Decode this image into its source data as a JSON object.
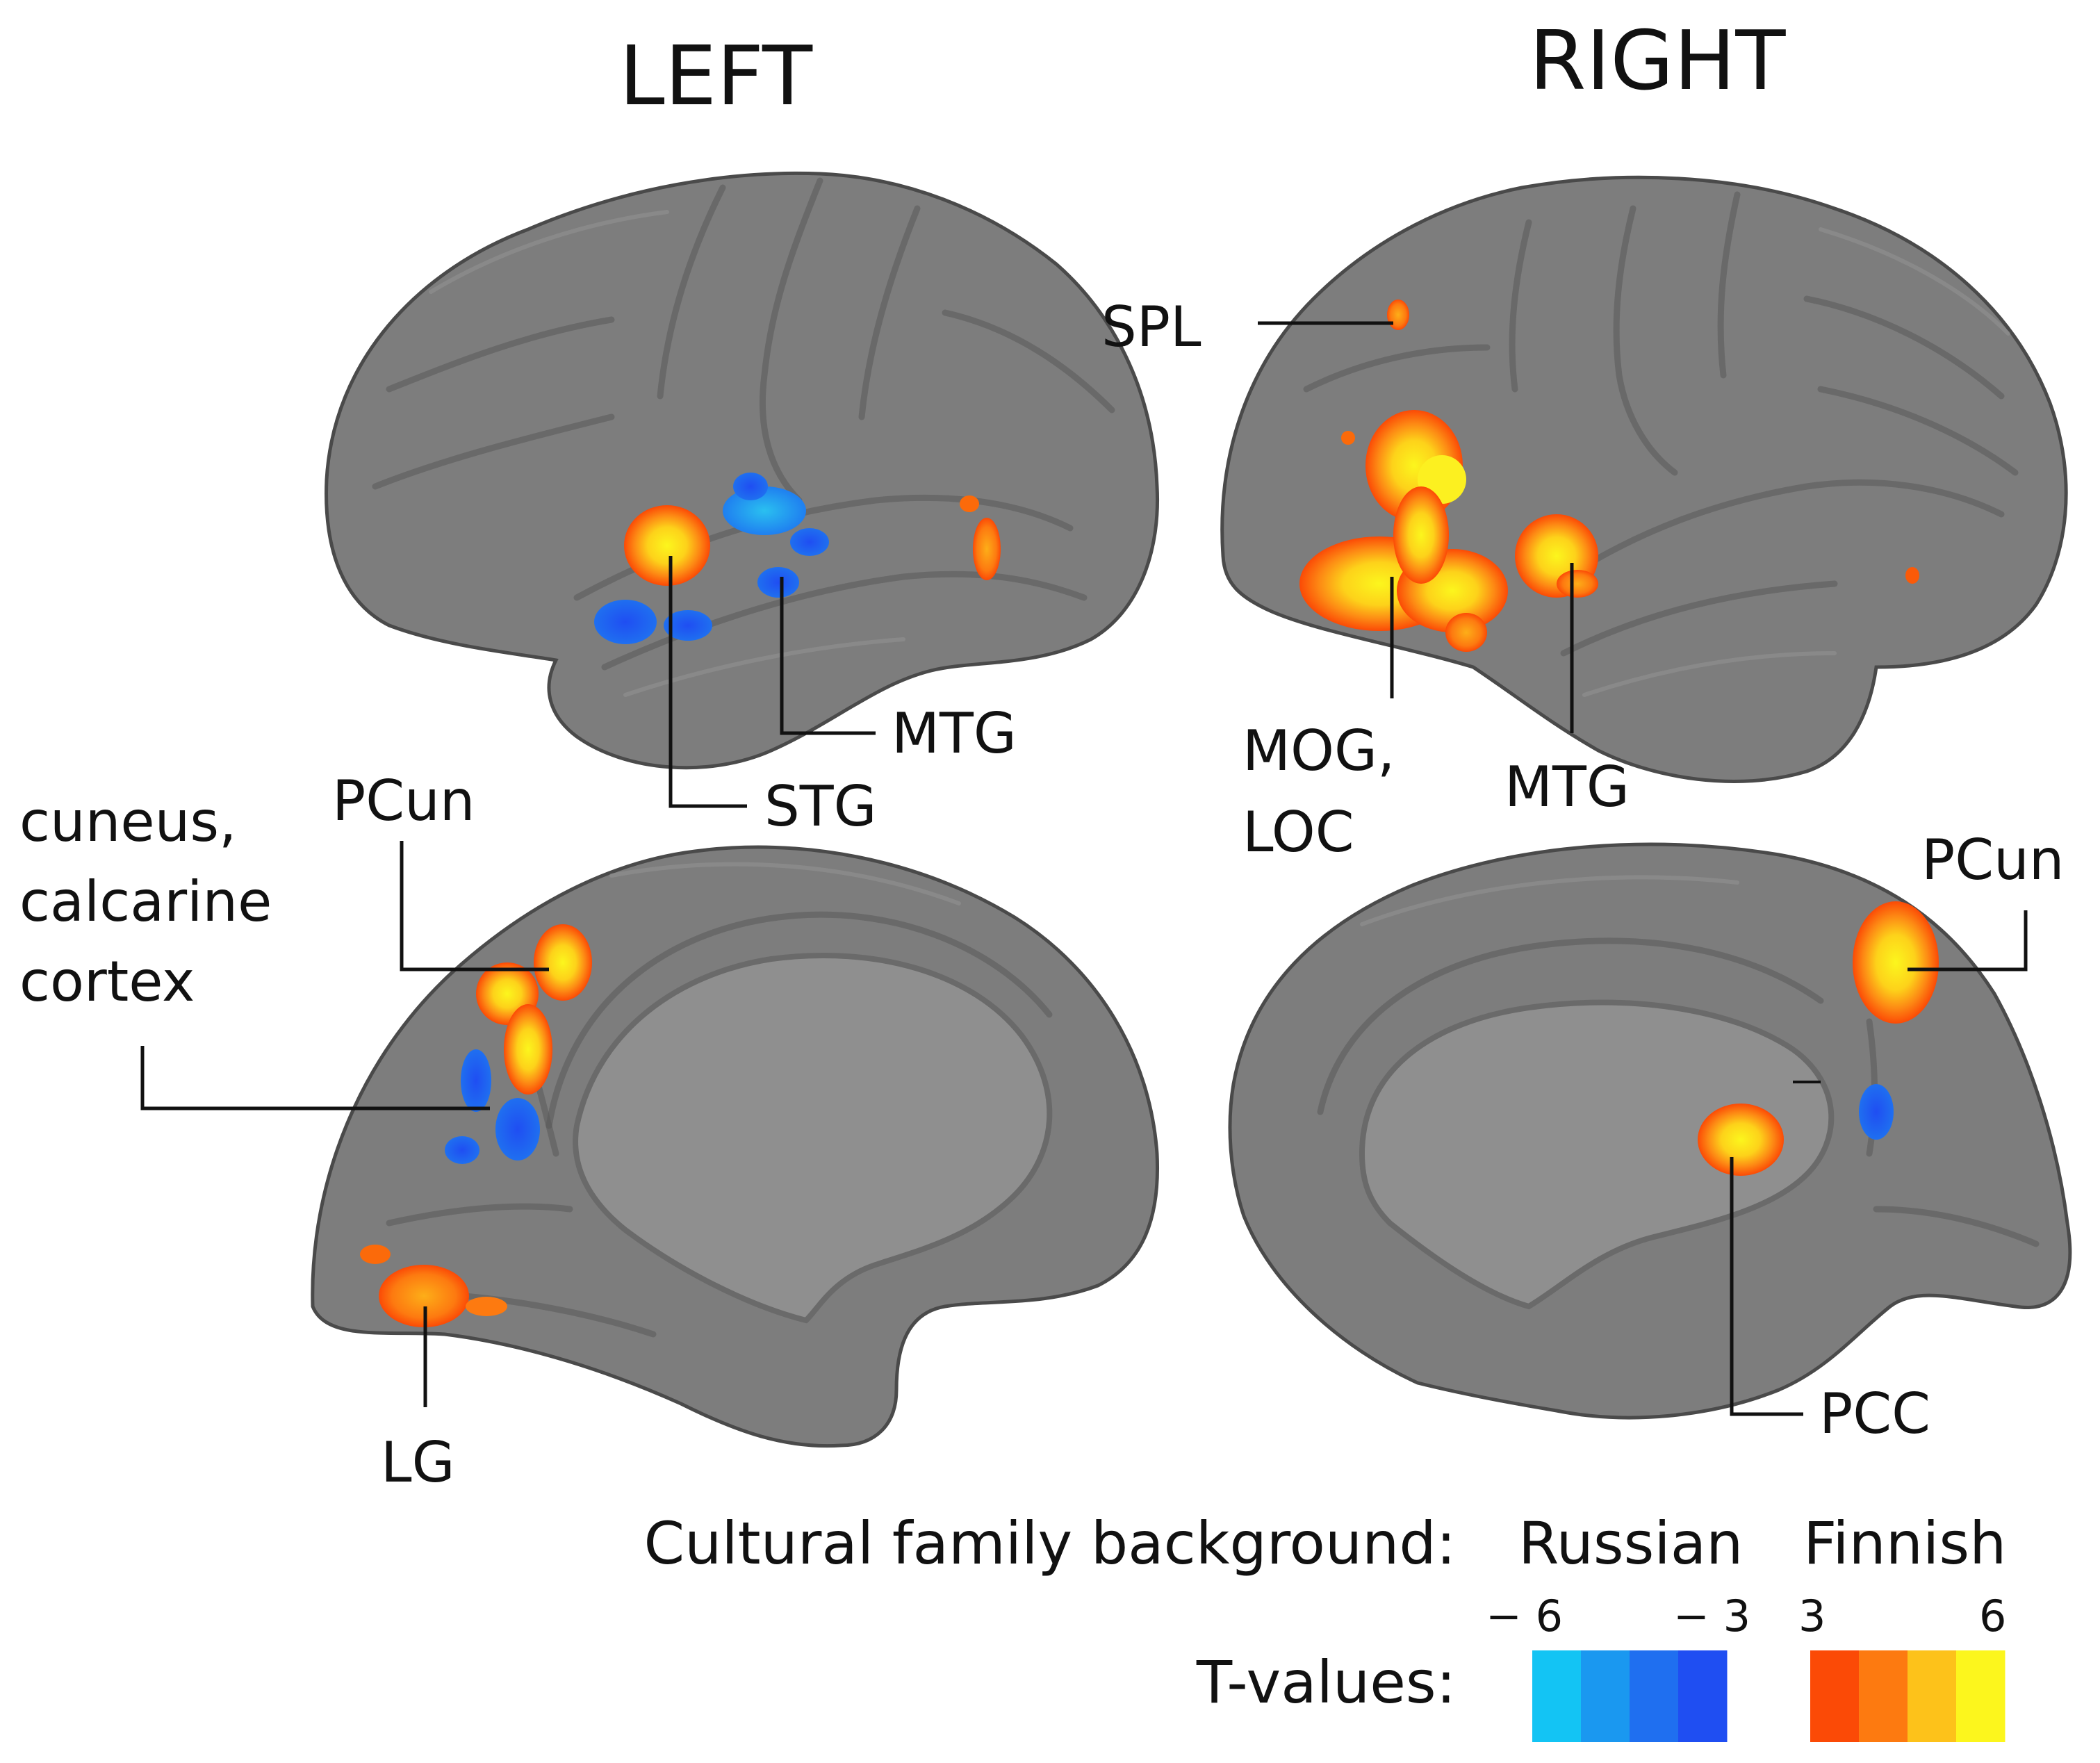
{
  "hemispheres": {
    "left": {
      "title": "LEFT"
    },
    "right": {
      "title": "RIGHT"
    }
  },
  "regions": {
    "left_lateral": {
      "mtg": "MTG",
      "stg": "STG"
    },
    "right_lateral": {
      "spl": "SPL",
      "mog_line1": "MOG,",
      "mog_line2": "LOC",
      "mtg": "MTG"
    },
    "left_medial": {
      "pcun": "PCun",
      "cuneus_line1": "cuneus,",
      "cuneus_line2": "calcarine",
      "cuneus_line3": "cortex",
      "lg": "LG"
    },
    "right_medial": {
      "pcun": "PCun",
      "pcc": "PCC"
    }
  },
  "legend": {
    "background_label": "Cultural family background:",
    "group_russian": "Russian",
    "group_finnish": "Finnish",
    "tvalues_label": "T-values:",
    "russian_scale": {
      "min_label": "− 6",
      "max_label": "− 3",
      "min": -6,
      "max": -3
    },
    "finnish_scale": {
      "min_label": "3",
      "max_label": "6",
      "min": 3,
      "max": 6
    },
    "russian_colors": [
      "#13c4f4",
      "#1a98f0",
      "#1f6ff0",
      "#1f4ef2"
    ],
    "finnish_colors": [
      "#fb4a06",
      "#fd7a10",
      "#fdc21a",
      "#fcf61d"
    ]
  },
  "colors": {
    "cortex": "#7d7d7d",
    "medial_wall": "#8f8f8f",
    "positive": "#fd8a14",
    "positive_core": "#fcf020",
    "negative": "#1f5ff0",
    "negative_light": "#2ab6ef"
  }
}
